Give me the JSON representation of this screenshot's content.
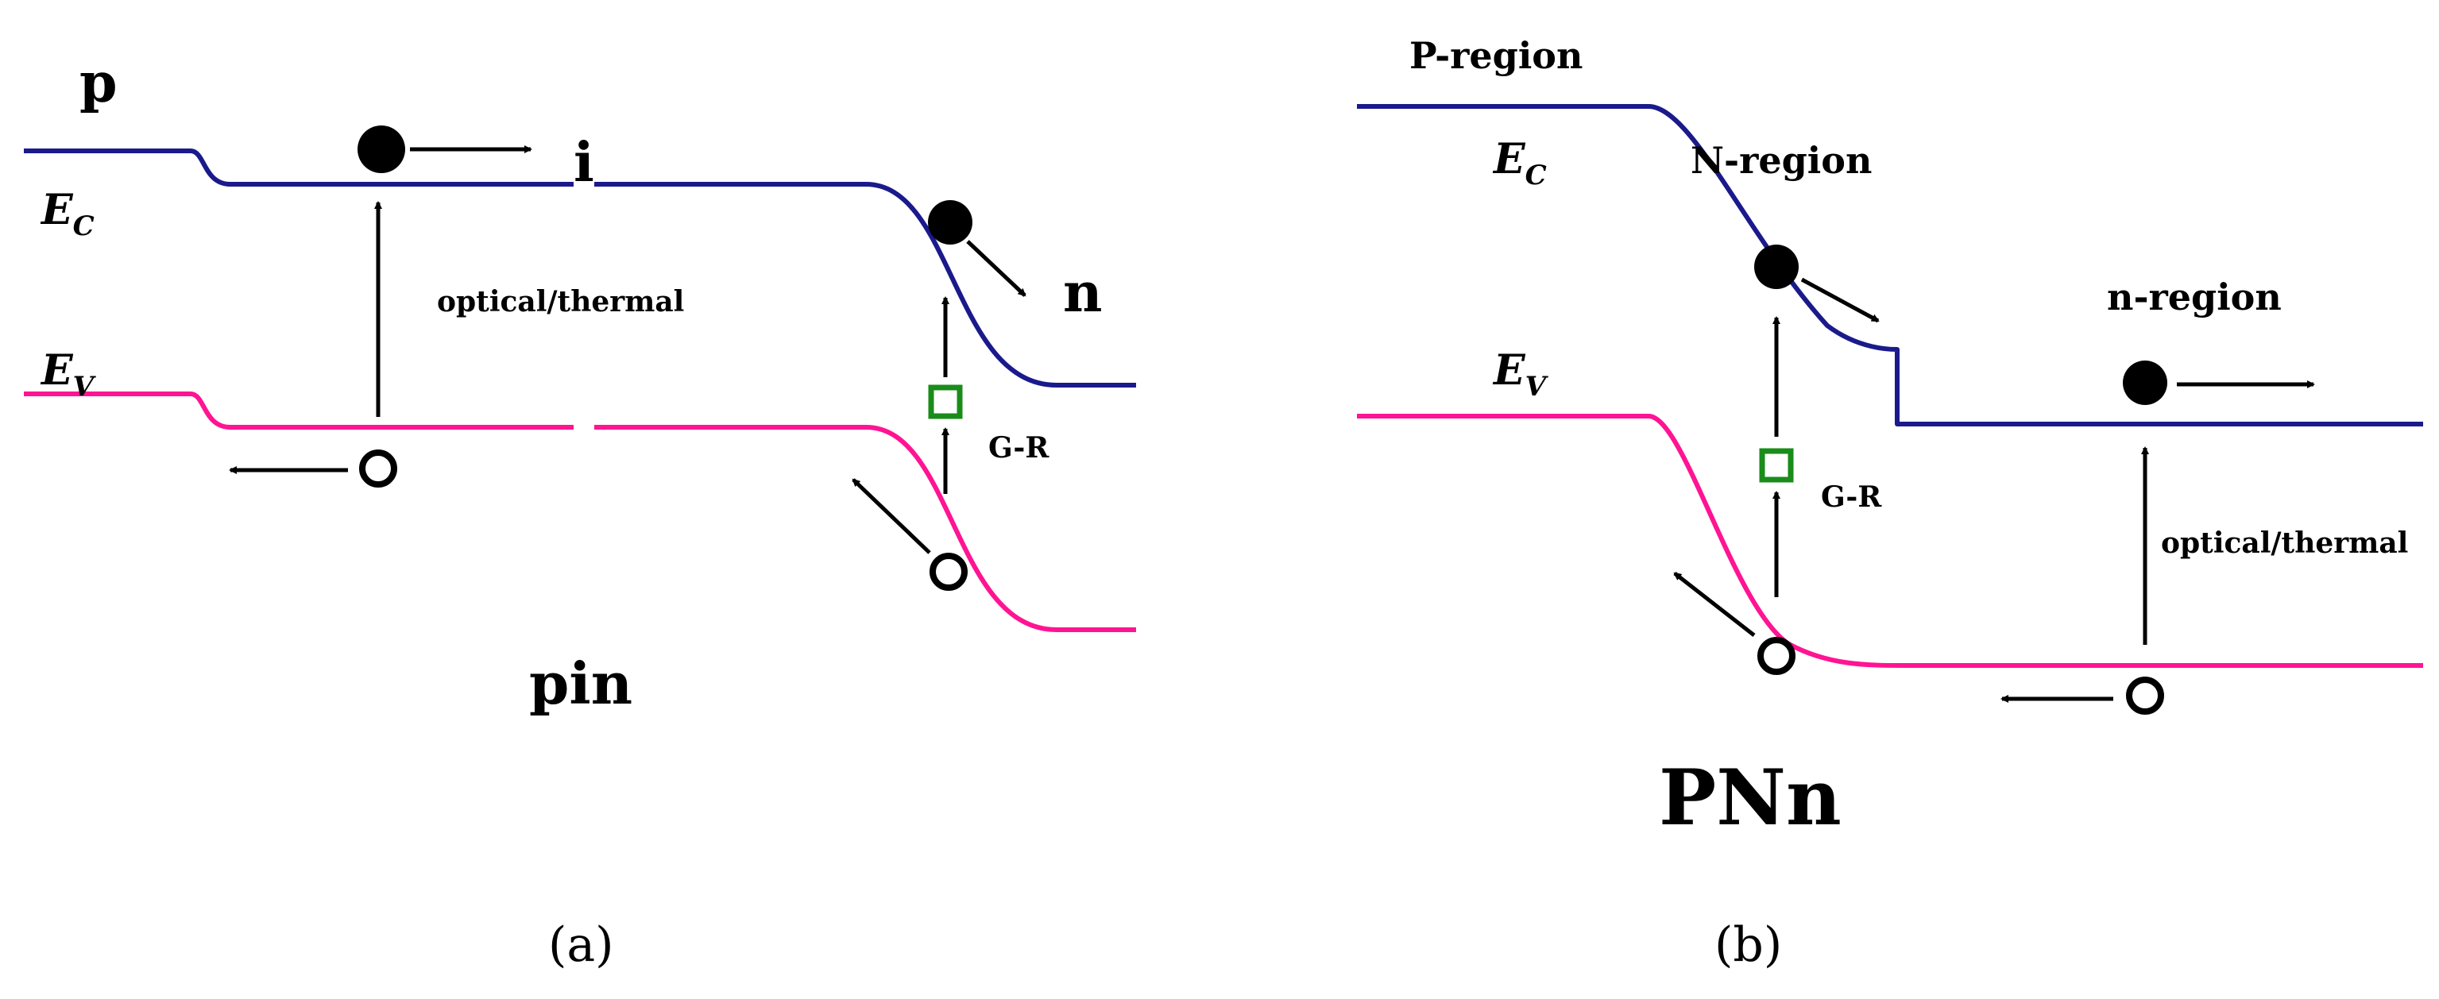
{
  "colors": {
    "ec": "#1a1a8c",
    "ev": "#ff1493",
    "trap": "#1a8c1a"
  },
  "panel_a": {
    "caption": "(a)",
    "title": "pin",
    "region_p": "p",
    "region_i": "i",
    "region_n": "n",
    "ec_label": "E",
    "ec_sub": "C",
    "ev_label": "E",
    "ev_sub": "V",
    "process_optical": "optical/thermal",
    "process_gr": "G-R"
  },
  "panel_b": {
    "caption": "(b)",
    "title": "PNn",
    "region_p": "P-region",
    "region_N": "N-region",
    "region_n": "n-region",
    "ec_label": "E",
    "ec_sub": "C",
    "ev_label": "E",
    "ev_sub": "V",
    "process_optical": "optical/thermal",
    "process_gr": "G-R"
  }
}
